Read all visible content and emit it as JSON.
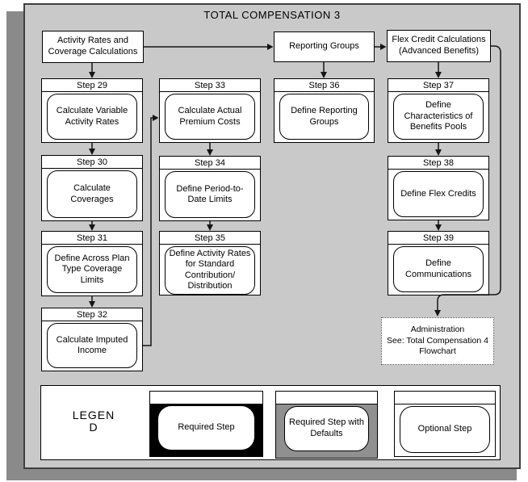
{
  "title": "TOTAL COMPENSATION 3",
  "nodes": {
    "activity_rates": "Activity Rates and\nCoverage Calculations",
    "reporting_groups": "Reporting Groups",
    "flex_credit": "Flex Credit Calculations\n(Advanced Benefits)",
    "administration": "Administration\nSee: Total Compensation 4\nFlowchart"
  },
  "steps": {
    "s29": {
      "header": "Step 29",
      "label": "Calculate Variable\nActivity Rates"
    },
    "s30": {
      "header": "Step 30",
      "label": "Calculate\nCoverages"
    },
    "s31": {
      "header": "Step 31",
      "label": "Define Across Plan\nType Coverage Limits"
    },
    "s32": {
      "header": "Step 32",
      "label": "Calculate Imputed\nIncome"
    },
    "s33": {
      "header": "Step 33",
      "label": "Calculate Actual\nPremium Costs"
    },
    "s34": {
      "header": "Step 34",
      "label": "Define Period-to-\nDate Limits"
    },
    "s35": {
      "header": "Step 35",
      "label": "Define Activity Rates\nfor Standard\nContribution/\nDistribution"
    },
    "s36": {
      "header": "Step 36",
      "label": "Define Reporting\nGroups"
    },
    "s37": {
      "header": "Step 37",
      "label": "Define\nCharacteristics of\nBenefits Pools"
    },
    "s38": {
      "header": "Step 38",
      "label": "Define Flex Credits"
    },
    "s39": {
      "header": "Step 39",
      "label": "Define\nCommunications"
    }
  },
  "legend": {
    "title": "LEGEN\nD",
    "required": "Required Step",
    "required_defaults": "Required Step with\nDefaults",
    "optional": "Optional Step"
  },
  "colors": {
    "panel_bg": "#c9c9c9",
    "panel_shadow": "#8a8a8a",
    "box_border": "#000000",
    "required_fill": "#000000",
    "required_defaults_fill": "#909090"
  }
}
